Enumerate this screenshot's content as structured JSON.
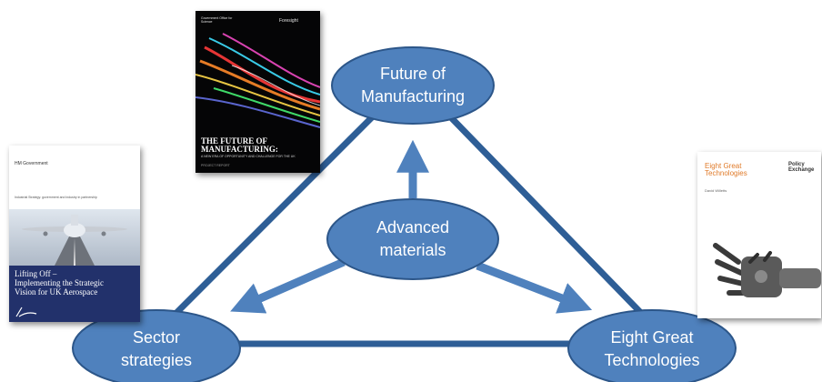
{
  "nodes": {
    "top": {
      "line1": "Future of",
      "line2": "Manufacturing"
    },
    "center": {
      "line1": "Advanced",
      "line2": "materials"
    },
    "left": {
      "line1": "Sector",
      "line2": "strategies"
    },
    "right": {
      "line1": "Eight Great",
      "line2": "Technologies"
    }
  },
  "covers": {
    "manufacturing": {
      "publisher_top": "Government Office for Science",
      "logo": "Foresight",
      "title_line1": "THE FUTURE OF",
      "title_line2": "MANUFACTURING:",
      "subtitle": "A NEW ERA OF OPPORTUNITY AND CHALLENGE FOR THE UK",
      "footer": "PROJECT REPORT"
    },
    "aerospace": {
      "publisher": "HM Government",
      "strapline": "Industrial Strategy: government and industry in partnership",
      "title_line1": "Lifting Off –",
      "title_line2": "Implementing the Strategic",
      "title_line3": "Vision for UK Aerospace"
    },
    "eight_great": {
      "title_line1": "Eight Great",
      "title_line2": "Technologies",
      "logo_line1": "Policy",
      "logo_line2": "Exchange",
      "author": "David Willetts"
    }
  },
  "colors": {
    "node_fill": "#4f81bd",
    "node_stroke": "#2c5689",
    "triangle": "#2e5e96",
    "arrow": "#4f81bd"
  }
}
